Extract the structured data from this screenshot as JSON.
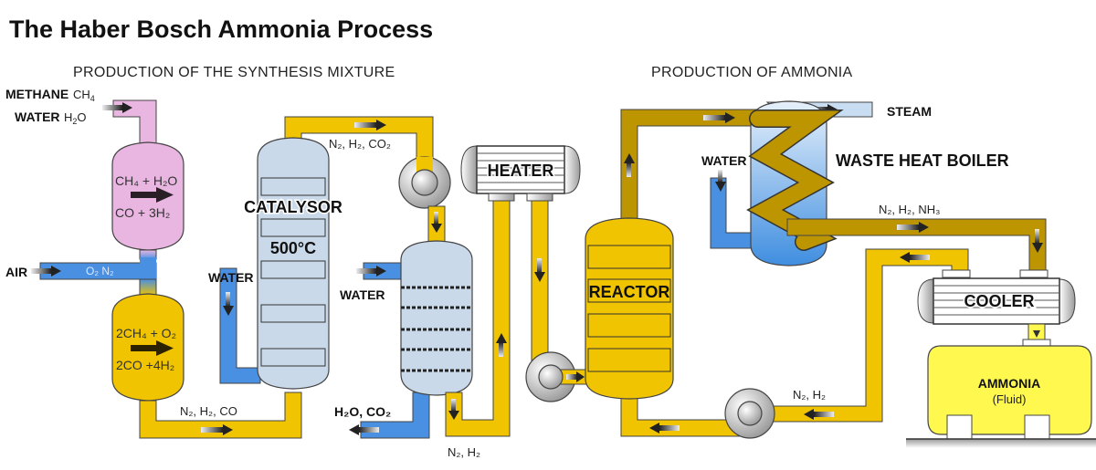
{
  "title": "The Haber Bosch Ammonia Process",
  "sections": {
    "synthesis": "PRODUCTION OF THE SYNTHESIS MIXTURE",
    "ammonia": "PRODUCTION OF AMMONIA"
  },
  "inputs": {
    "methane": {
      "label": "METHANE",
      "formula": "CH",
      "sub": "4"
    },
    "water": {
      "label": "WATER",
      "formula_a": "H",
      "sub": "2",
      "formula_b": "O"
    },
    "air": {
      "label": "AIR",
      "formula": "O₂ N₂"
    }
  },
  "reformer_1": {
    "line1": "CH₄ + H₂O",
    "line2": "CO  + 3H₂"
  },
  "reformer_2": {
    "line1": "2CH₄  + O₂",
    "line2": "2CO +4H₂"
  },
  "stream_labels": {
    "after_reformer": "N₂, H₂, CO",
    "after_catalysor": "N₂, H₂, CO₂",
    "after_scrubber": "N₂, H₂",
    "after_boiler": "N₂, H₂, NH₃",
    "recycle": "N₂, H₂"
  },
  "catalysor": {
    "label": "CATALYSOR",
    "temperature": "500°C"
  },
  "water_labels": {
    "catalysor_water": "WATER",
    "scrubber_water": "WATER",
    "boiler_water": "WATER"
  },
  "scrubber_out": "H₂O, CO₂",
  "heater": {
    "label": "HEATER"
  },
  "reactor": {
    "label": "REACTOR"
  },
  "boiler": {
    "label": "WASTE HEAT BOILER",
    "steam": "STEAM"
  },
  "cooler": {
    "label": "COOLER"
  },
  "tank": {
    "label": "AMMONIA",
    "sublabel": "(Fluid)"
  },
  "colors": {
    "pink": "#e9b6e2",
    "yellow": "#f0c400",
    "olive": "#bd9500",
    "blue": "#4a90e2",
    "steel": "#c9d9ea",
    "tank_yellow": "#fff94f"
  }
}
